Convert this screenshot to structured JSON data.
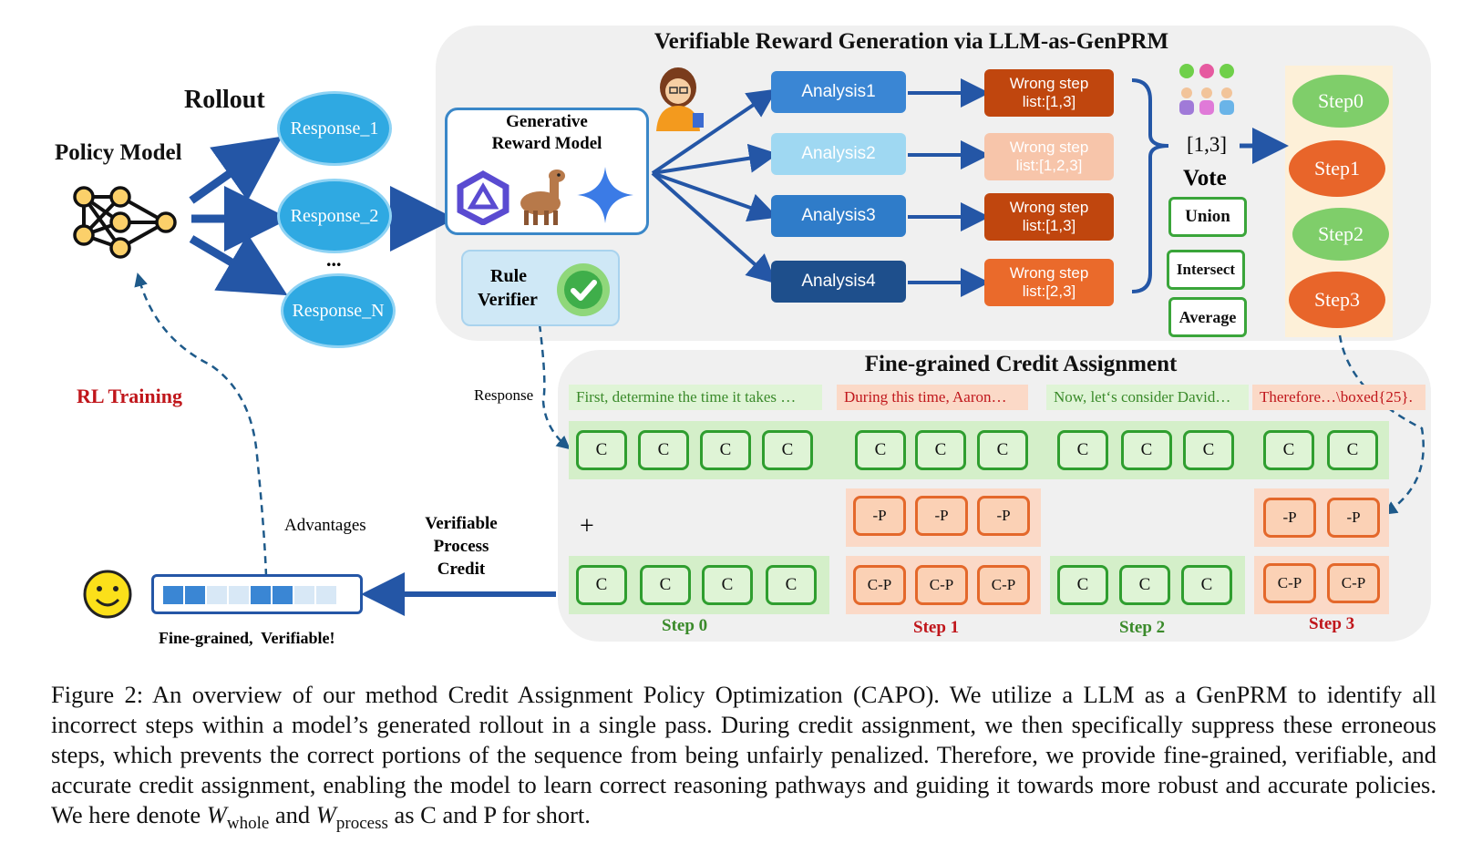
{
  "top_panel": {
    "title": "Verifiable Reward Generation via LLM-as-GenPRM"
  },
  "rollout": {
    "title": "Rollout",
    "policy_label": "Policy Model",
    "responses": [
      "Response_1",
      "Response_2",
      "...",
      "Response_N"
    ]
  },
  "genrm": {
    "line1": "Generative",
    "line2": "Reward Model"
  },
  "rule_verifier": {
    "line1": "Rule",
    "line2": "Verifier"
  },
  "analyses": [
    "Analysis1",
    "Analysis2",
    "Analysis3",
    "Analysis4"
  ],
  "wrong_steps": [
    {
      "line1": "Wrong step",
      "line2": "list:[1,3]"
    },
    {
      "line1": "Wrong step",
      "line2": "list:[1,2,3]"
    },
    {
      "line1": "Wrong step",
      "line2": "list:[1,3]"
    },
    {
      "line1": "Wrong step",
      "line2": "list:[2,3]"
    }
  ],
  "vote": {
    "result": "[1,3]",
    "title": "Vote",
    "options": [
      "Union",
      "Intersect",
      "Average"
    ]
  },
  "steps": [
    "Step0",
    "Step1",
    "Step2",
    "Step3"
  ],
  "credit_panel": {
    "title": "Fine-grained Credit Assignment",
    "response_label": "Response",
    "snippets": [
      "First, determine the time it takes …",
      "During this time, Aaron…",
      "Now, let‘s consider David…",
      "Therefore…\\boxed{25}."
    ],
    "c": "C",
    "neg_p": "-P",
    "c_minus_p": "C-P",
    "plus": "+",
    "step_labels": [
      "Step 0",
      "Step 1",
      "Step 2",
      "Step 3"
    ]
  },
  "left": {
    "rl_training": "RL Training",
    "advantages": "Advantages",
    "vpc_line1": "Verifiable",
    "vpc_line2": "Process",
    "vpc_line3": "Credit",
    "fine_grained": "Fine-grained,  Verifiable!"
  },
  "caption": {
    "part1": "Figure 2: An overview of our method Credit Assignment Policy Optimization (CAPO). We utilize a LLM as a GenPRM to identify all incorrect steps within a model’s generated rollout in a single pass. During credit assignment, we then specifically suppress these erroneous steps, which prevents the correct portions of the sequence from being unfairly penalized. Therefore, we provide fine-grained, verifiable, and accurate credit assignment, enabling the model to learn correct reasoning pathways and guiding it towards more robust and accurate policies. We here denote ",
    "w": "W",
    "sub_whole": "whole",
    "and": " and ",
    "sub_process": "process",
    "part2": " as C and P for short."
  },
  "colors": {
    "green_step": "#7fce6a",
    "orange_step": "#e8652a",
    "arrow_blue": "#2456a6",
    "red_text": "#c0161b",
    "green_text": "#3a8a2a"
  }
}
